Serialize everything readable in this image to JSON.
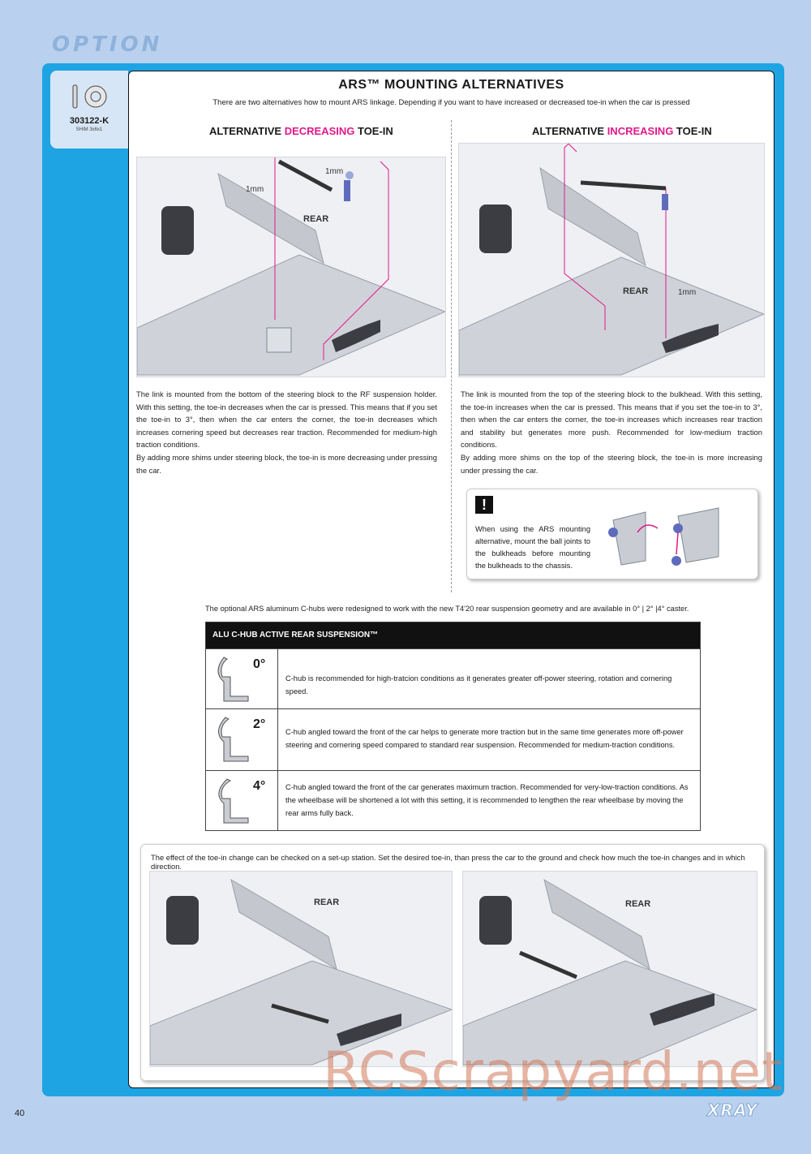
{
  "header": {
    "section": "OPTION"
  },
  "part": {
    "code": "303122-K",
    "desc": "SHIM 3x6x1"
  },
  "title": "ARS™ MOUNTING ALTERNATIVES",
  "subtitle": "There are two alternatives how to mount ARS linkage. Depending if you want to have increased or decreased toe-in when the car is pressed",
  "left": {
    "title_prefix": "ALTERNATIVE ",
    "title_highlight": "DECREASING",
    "title_suffix": " TOE-IN",
    "shim_label_1": "1mm",
    "shim_label_2": "1mm",
    "rear_label": "REAR",
    "para1": "The link is mounted from the bottom of the steering block to the RF suspension holder. With this setting, the toe-in decreases when the car is pressed. This means that if you set the toe-in to 3°, then when the car enters the corner, the toe-in decreases which increases cornering speed but decreases rear traction. Recommended for medium-high traction conditions.",
    "para2": "By adding more shims under steering block, the toe-in is more decreasing under pressing the car."
  },
  "right": {
    "title_prefix": "ALTERNATIVE ",
    "title_highlight": "INCREASING",
    "title_suffix": " TOE-IN",
    "shim_label": "1mm",
    "rear_label": "REAR",
    "para1": "The link is mounted from the top of the steering block to the bulkhead. With this setting, the toe-in increases when the car is pressed. This means that if you set the toe-in to 3°, then when the car enters the corner, the toe-in increases which increases rear traction and stability but generates more push. Recommended for low-medium traction conditions.",
    "para2": "By adding more shims on the top of the steering block, the toe-in is more increasing under pressing the car."
  },
  "warning": {
    "icon": "!",
    "text": "When using the ARS mounting alternative, mount the ball joints to the bulkheads before mounting the bulkheads to the chassis."
  },
  "chub": {
    "intro": "The optional ARS aluminum C-hubs were redesigned to work with the new T4'20 rear suspension geometry and are available in 0° | 2° |4° caster.",
    "header": "ALU C-HUB ACTIVE REAR SUSPENSION™",
    "rows": [
      {
        "angle": "0°",
        "desc": "C-hub is recommended for high-tratcion conditions as it generates greater off-power steering, rotation and cornering speed."
      },
      {
        "angle": "2°",
        "desc": "C-hub angled toward the front of the car helps to generate more traction but in the same time generates more off-power steering and cornering speed compared to standard rear suspension. Recommended for medium-traction conditions."
      },
      {
        "angle": "4°",
        "desc": "C-hub angled toward the front of the car generates maximum traction. Recommended for very-low-traction conditions. As the wheelbase will be shortened a lot with this setting, it is recommended to lengthen the rear wheelbase by moving the rear arms fully back."
      }
    ]
  },
  "effect": {
    "text": "The effect of the toe-in change can be checked on a set-up station. Set the desired toe-in, than press the car to the ground and check how much the toe-in changes and in which direction.",
    "rear_label_left": "REAR",
    "rear_label_right": "REAR"
  },
  "footer": {
    "page": "40",
    "watermark": "RCScrapyard.net",
    "brand": "XRAY"
  },
  "colors": {
    "accent_pink": "#e0188a",
    "frame_blue": "#1ea4e3",
    "page_bg": "#b9d1ee"
  }
}
